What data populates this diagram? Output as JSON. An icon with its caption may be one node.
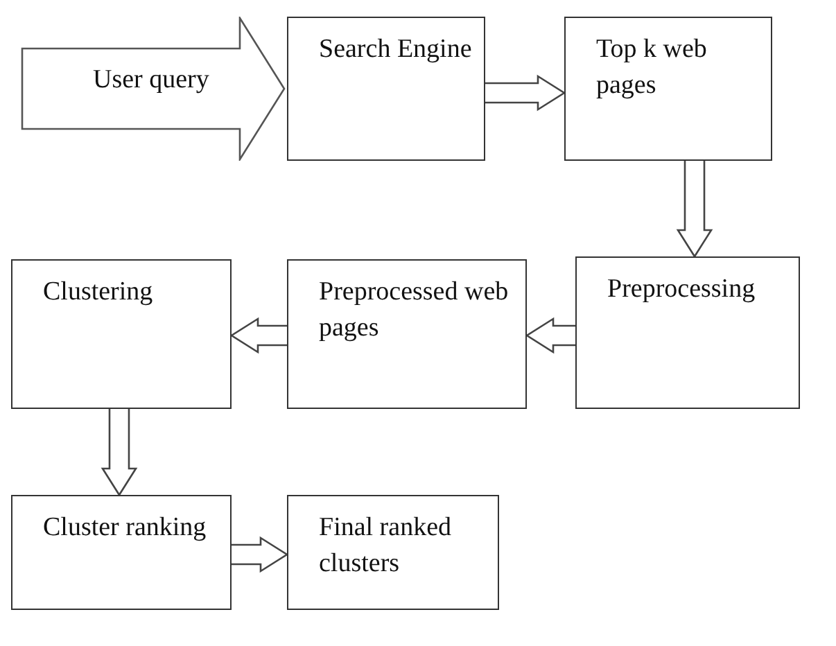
{
  "diagram": {
    "nodes": [
      {
        "text": [
          "User query"
        ]
      },
      {
        "text": [
          "Search Engine"
        ]
      },
      {
        "text": [
          "Top k web pages"
        ]
      },
      {
        "text": [
          "Preprocessing"
        ]
      },
      {
        "text": [
          "Preprocessed web pages"
        ]
      },
      {
        "text": [
          "Clustering"
        ]
      },
      {
        "text": [
          "Cluster ranking"
        ]
      },
      {
        "text": [
          "Final ranked clusters"
        ]
      }
    ],
    "edges": [
      {
        "from": 1,
        "to": 2,
        "arrow": "to"
      },
      {
        "from": 2,
        "to": 3,
        "arrow": "to"
      },
      {
        "from": 3,
        "to": 4,
        "arrow": "to"
      },
      {
        "from": 4,
        "to": 5,
        "arrow": "to"
      },
      {
        "from": 5,
        "to": 6,
        "arrow": "to"
      },
      {
        "from": 6,
        "to": 7,
        "arrow": "to"
      }
    ]
  }
}
